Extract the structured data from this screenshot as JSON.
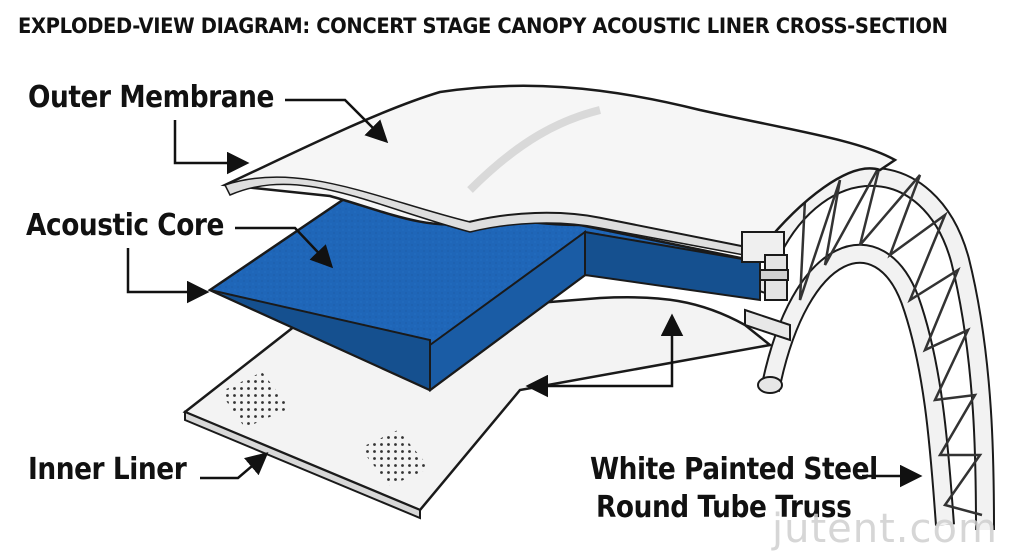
{
  "title": "EXPLODED-VIEW DIAGRAM: CONCERT STAGE CANOPY ACOUSTIC LINER CROSS-SECTION",
  "labels": {
    "outer_membrane": "Outer Membrane",
    "acoustic_core": "Acoustic Core",
    "inner_liner": "Inner Liner",
    "truss_line1": "White Painted Steel",
    "truss_line2": "Round Tube Truss"
  },
  "watermark": "jutent.com",
  "colors": {
    "core_blue": "#1f66b8",
    "core_side": "#15508f",
    "membrane": "#f4f4f4",
    "outline": "#1a1a1a"
  }
}
